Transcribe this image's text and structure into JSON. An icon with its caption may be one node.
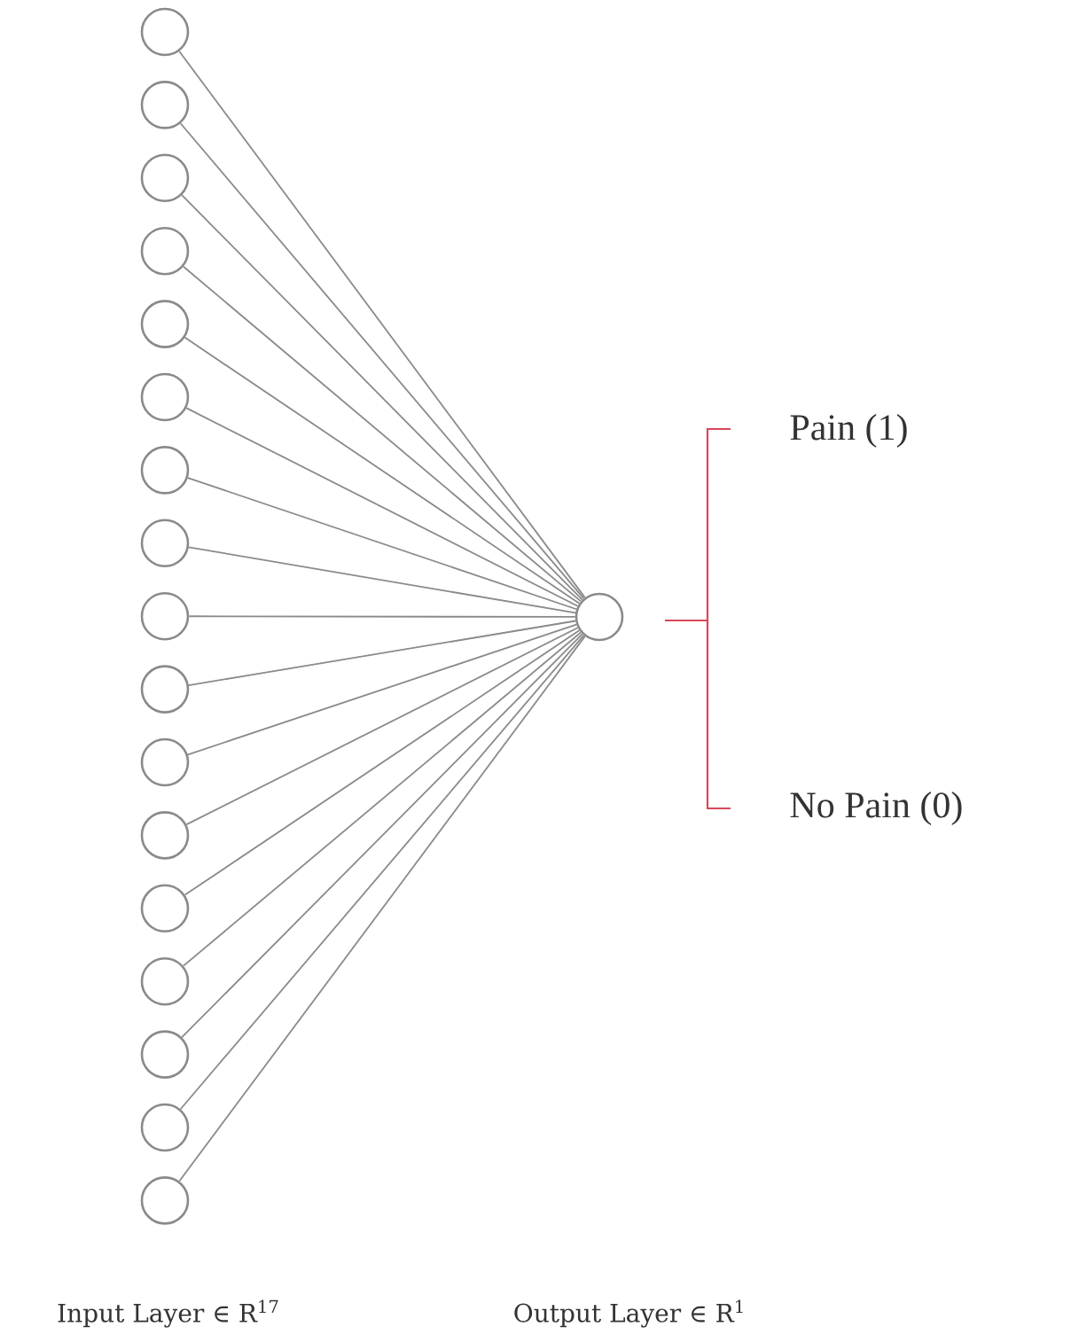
{
  "diagram": {
    "nodes": [
      {
        "text": [],
        "shape": "circle"
      },
      {
        "text": [],
        "shape": "circle"
      },
      {
        "text": [],
        "shape": "circle"
      },
      {
        "text": [],
        "shape": "circle"
      },
      {
        "text": [],
        "shape": "circle"
      },
      {
        "text": [],
        "shape": "circle"
      },
      {
        "text": [],
        "shape": "circle"
      },
      {
        "text": [],
        "shape": "circle"
      },
      {
        "text": [],
        "shape": "circle"
      },
      {
        "text": [],
        "shape": "circle"
      },
      {
        "text": [],
        "shape": "circle"
      },
      {
        "text": [],
        "shape": "circle"
      },
      {
        "text": [],
        "shape": "circle"
      },
      {
        "text": [],
        "shape": "circle"
      },
      {
        "text": [],
        "shape": "circle"
      },
      {
        "text": [],
        "shape": "circle"
      },
      {
        "text": [],
        "shape": "circle"
      },
      {
        "text": [],
        "shape": "circle"
      }
    ],
    "edges": [
      {
        "from": 0,
        "to": 17,
        "arrow": "none"
      },
      {
        "from": 1,
        "to": 17,
        "arrow": "none"
      },
      {
        "from": 2,
        "to": 17,
        "arrow": "none"
      },
      {
        "from": 3,
        "to": 17,
        "arrow": "none"
      },
      {
        "from": 4,
        "to": 17,
        "arrow": "none"
      },
      {
        "from": 5,
        "to": 17,
        "arrow": "none"
      },
      {
        "from": 6,
        "to": 17,
        "arrow": "none"
      },
      {
        "from": 7,
        "to": 17,
        "arrow": "none"
      },
      {
        "from": 8,
        "to": 17,
        "arrow": "none"
      },
      {
        "from": 9,
        "to": 17,
        "arrow": "none"
      },
      {
        "from": 10,
        "to": 17,
        "arrow": "none"
      },
      {
        "from": 11,
        "to": 17,
        "arrow": "none"
      },
      {
        "from": 12,
        "to": 17,
        "arrow": "none"
      },
      {
        "from": 13,
        "to": 17,
        "arrow": "none"
      },
      {
        "from": 14,
        "to": 17,
        "arrow": "none"
      },
      {
        "from": 15,
        "to": 17,
        "arrow": "none"
      },
      {
        "from": 16,
        "to": 17,
        "arrow": "none"
      }
    ],
    "labels": [
      "Pain (1)",
      "No Pain (0)",
      "Input Layer ∈ R$^{17}$",
      "Output Layer ∈ R$^{1}$"
    ]
  }
}
